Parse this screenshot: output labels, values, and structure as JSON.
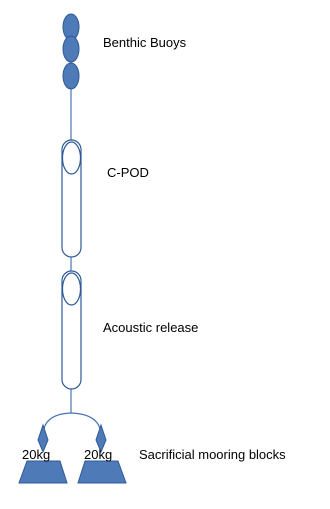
{
  "labels": {
    "buoys": "Benthic Buoys",
    "cpod": "C-POD",
    "release": "Acoustic release",
    "blocks": "Sacrificial mooring blocks"
  },
  "weights": {
    "left": "20kg",
    "right": "20kg"
  },
  "colors": {
    "buoy_fill": "#4f7ab8",
    "buoy_stroke": "#2e5a96",
    "line": "#4a76b4",
    "outline": "#2e5a96",
    "block_fill": "#4f7ab8"
  }
}
